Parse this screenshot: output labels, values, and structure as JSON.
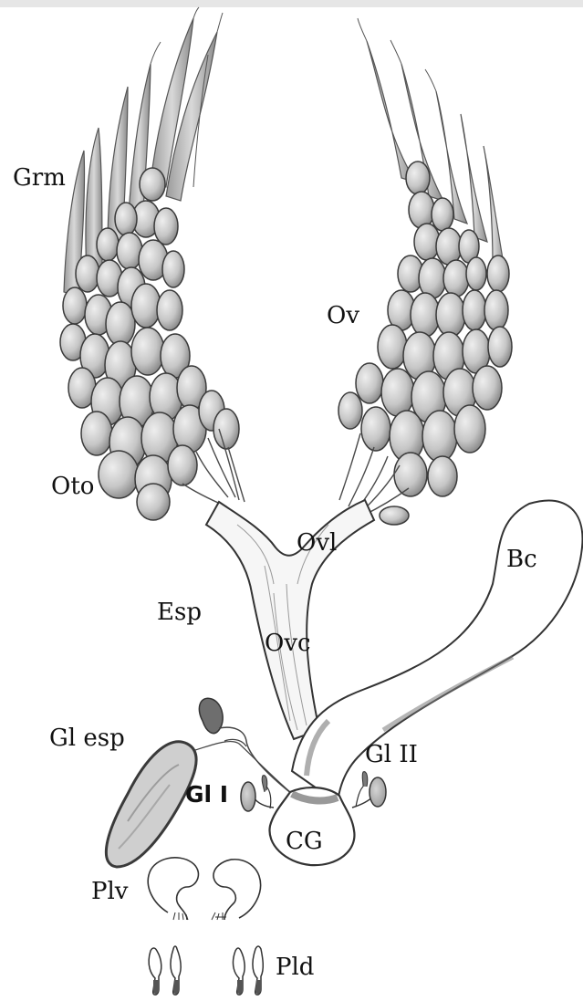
{
  "figure": {
    "labels": {
      "grm": "Grm",
      "ov": "Ov",
      "oto": "Oto",
      "ovl": "Ovl",
      "bc": "Bc",
      "esp": "Esp",
      "ovc": "Ovc",
      "gl_esp": "Gl esp",
      "gl_ii": "Gl II",
      "gl_i": "Gl I",
      "cg": "CG",
      "plv": "Plv",
      "pld": "Pld"
    }
  },
  "colors": {
    "ink": "#3a3a3a",
    "oocyte_fill": "#c9c9c9",
    "oocyte_shade": "#8d8d8d",
    "tissue_fill": "#f4f4f4",
    "gland_fill": "#bdbdbd",
    "dark_fill": "#6e6e6e",
    "top_bar": "#e6e6e6"
  }
}
